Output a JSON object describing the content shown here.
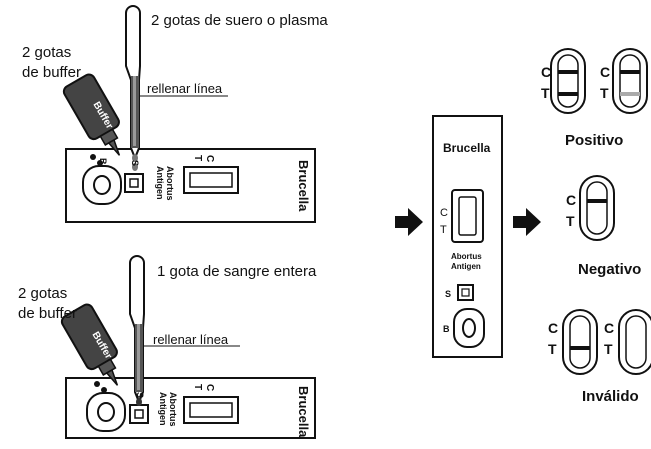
{
  "top_test": {
    "sample_label": "2 gotas de suero o plasma",
    "buffer_label_line1": "2 gotas",
    "buffer_label_line2": "de buffer",
    "fill_line_label": "rellenar línea",
    "bottle_text": "Buffer",
    "cassette_title": "Brucella",
    "cassette_antigen_line1": "Abortus",
    "cassette_antigen_line2": "Antigen",
    "well_b": "B",
    "well_s": "S",
    "line_c": "C",
    "line_t": "T"
  },
  "bottom_test": {
    "sample_label": "1 gota de sangre entera",
    "buffer_label_line1": "2 gotas",
    "buffer_label_line2": "de buffer",
    "fill_line_label": "rellenar línea",
    "bottle_text": "Buffer",
    "cassette_title": "Brucella",
    "cassette_antigen_line1": "Abortus",
    "cassette_antigen_line2": "Antigen",
    "well_s": "S",
    "line_c": "C",
    "line_t": "T"
  },
  "center_cassette": {
    "title": "Brucella",
    "antigen_line1": "Abortus",
    "antigen_line2": "Antigen",
    "line_c": "C",
    "line_t": "T",
    "well_s": "S",
    "well_b": "B"
  },
  "results": {
    "positive": {
      "label": "Positivo",
      "c": "C",
      "t": "T"
    },
    "negative": {
      "label": "Negativo",
      "c": "C",
      "t": "T"
    },
    "invalid": {
      "label": "Inválido",
      "c": "C",
      "t": "T"
    }
  }
}
